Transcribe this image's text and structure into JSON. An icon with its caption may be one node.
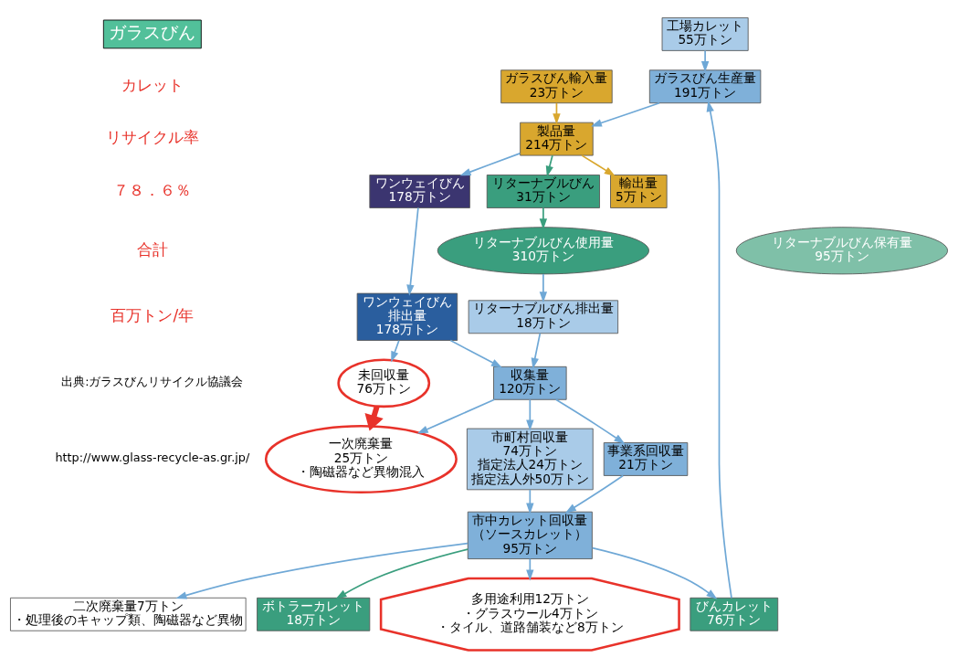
{
  "diagram": {
    "title": "ガラスびん",
    "nodes": [
      {
        "text": [
          "ガラスびん生産量",
          "191万トン"
        ]
      },
      {
        "text": [
          "ガラスびん輸入量",
          "23万トン"
        ]
      },
      {
        "text": [
          "製品量",
          "214万トン"
        ]
      },
      {
        "text": [
          "ワンウェイびん",
          "178万トン"
        ]
      },
      {
        "text": [
          "リターナブルびん",
          "31万トン"
        ]
      },
      {
        "text": [
          "輸出量",
          "5万トン"
        ]
      },
      {
        "text": [
          "ワンウェイびん",
          "排出量",
          "178万トン"
        ]
      },
      {
        "text": [
          "未回収量",
          "76万トン"
        ]
      },
      {
        "text": [
          "収集量",
          "120万トン"
        ]
      },
      {
        "text": [
          "リターナブルびん排出量",
          "18万トン"
        ]
      },
      {
        "text": [
          "一次廃棄量",
          "25万トン",
          "・陶磁器など異物混入"
        ]
      },
      {
        "text": [
          "市町村回収量",
          "74万トン",
          "指定法人24万トン",
          "指定法人外50万トン"
        ]
      },
      {
        "text": [
          "事業系回収量",
          "21万トン"
        ]
      },
      {
        "text": [
          "市中カレット回収量",
          "（ソースカレット）",
          "95万トン"
        ]
      },
      {
        "text": [
          "二次廃棄量7万トン",
          "・処理後のキャップ類、陶磁器など異物"
        ]
      },
      {
        "text": [
          "ボトラーカレット",
          "18万トン"
        ]
      },
      {
        "text": [
          "多用途利用12万トン",
          "・グラスウール4万トン",
          "・タイル、道路舗装など8万トン"
        ]
      },
      {
        "text": [
          "びんカレット",
          "76万トン"
        ]
      },
      {
        "text": [
          "工場カレット",
          "55万トン"
        ]
      },
      {
        "text": [
          "リターナブルびん使用量",
          "310万トン"
        ]
      },
      {
        "text": [
          "リターナブルびん保有量",
          "95万トン"
        ]
      }
    ],
    "edges": [
      {
        "from": 0,
        "to": 2,
        "arrow": "to"
      },
      {
        "from": 1,
        "to": 2,
        "arrow": "to",
        "color": "#d9a72e"
      },
      {
        "from": 2,
        "to": 3,
        "arrow": "to"
      },
      {
        "from": 2,
        "to": 4,
        "arrow": "to",
        "color": "#3a9e7e"
      },
      {
        "from": 2,
        "to": 5,
        "arrow": "to",
        "color": "#d9a72e"
      },
      {
        "from": 3,
        "to": 6,
        "arrow": "to"
      },
      {
        "from": 6,
        "to": 7,
        "arrow": "to"
      },
      {
        "from": 6,
        "to": 8,
        "arrow": "to"
      },
      {
        "from": 4,
        "to": 19,
        "arrow": "to",
        "color": "#3a9e7e"
      },
      {
        "from": 19,
        "to": 9,
        "arrow": "to"
      },
      {
        "from": 9,
        "to": 8,
        "arrow": "to"
      },
      {
        "from": 8,
        "to": 10,
        "arrow": "to"
      },
      {
        "from": 8,
        "to": 11,
        "arrow": "to"
      },
      {
        "from": 8,
        "to": 12,
        "arrow": "to"
      },
      {
        "from": 11,
        "to": 13,
        "arrow": "to"
      },
      {
        "from": 12,
        "to": 13,
        "arrow": "to"
      },
      {
        "from": 13,
        "to": 14,
        "arrow": "to"
      },
      {
        "from": 13,
        "to": 15,
        "arrow": "to",
        "color": "#3a9e7e"
      },
      {
        "from": 13,
        "to": 16,
        "arrow": "to"
      },
      {
        "from": 13,
        "to": 17,
        "arrow": "to"
      },
      {
        "from": 17,
        "to": 0,
        "arrow": "to"
      },
      {
        "from": 18,
        "to": 0,
        "arrow": "to"
      },
      {
        "from": 7,
        "to": 10,
        "arrow": "to",
        "color": "#e8322a",
        "style": "thick"
      }
    ],
    "labels": [
      "カレット",
      "リサイクル率",
      "７８．６％",
      "合計",
      "百万トン/年",
      "出典:ガラスびんリサイクル協議会",
      "http://www.glass-recycle-as.gr.jp/"
    ]
  }
}
